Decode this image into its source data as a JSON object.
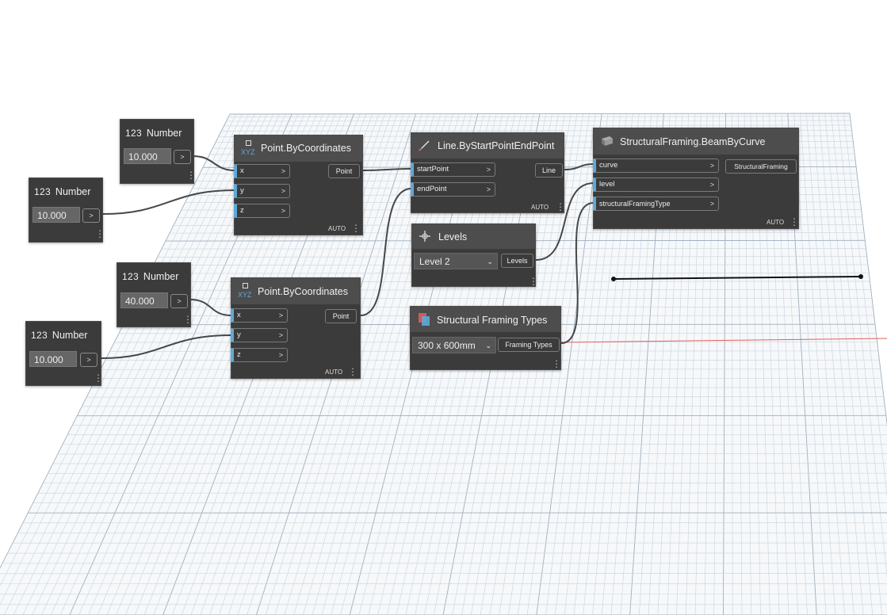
{
  "nodes": {
    "num1": {
      "tag": "123",
      "title": "Number",
      "value": "10.000",
      "btn": ">"
    },
    "num2": {
      "tag": "123",
      "title": "Number",
      "value": "10.000",
      "btn": ">"
    },
    "num3": {
      "tag": "123",
      "title": "Number",
      "value": "40.000",
      "btn": ">"
    },
    "num4": {
      "tag": "123",
      "title": "Number",
      "value": "10.000",
      "btn": ">"
    },
    "pt1": {
      "title": "Point.ByCoordinates",
      "icon_text": "XYZ",
      "inputs": [
        "x",
        "y",
        "z"
      ],
      "output": "Point",
      "mode": "AUTO"
    },
    "pt2": {
      "title": "Point.ByCoordinates",
      "icon_text": "XYZ",
      "inputs": [
        "x",
        "y",
        "z"
      ],
      "output": "Point",
      "mode": "AUTO"
    },
    "line": {
      "title": "Line.ByStartPointEndPoint",
      "inputs": [
        "startPoint",
        "endPoint"
      ],
      "output": "Line",
      "mode": "AUTO"
    },
    "beam": {
      "title": "StructuralFraming.BeamByCurve",
      "inputs": [
        "curve",
        "level",
        "structuralFramingType"
      ],
      "output": "StructuralFraming",
      "mode": "AUTO"
    },
    "levels": {
      "title": "Levels",
      "selected": "Level 2",
      "output": "Levels"
    },
    "sft": {
      "title": "Structural Framing Types",
      "selected": "300 x 600mm",
      "output": "Framing Types"
    }
  },
  "chevron": ">",
  "colors": {
    "grid": "#c8d4de",
    "grid_major": "#9fb0c0",
    "node": "#3b3b3b",
    "port_accent": "#5ea9d6",
    "wire": "#474747",
    "axis_x": "#e06060",
    "axis_z": "#48b048"
  },
  "icons": [
    "menu-dots-icon",
    "xyz-point-icon",
    "line-icon",
    "levels-icon",
    "framing-type-icon",
    "beam-icon"
  ]
}
